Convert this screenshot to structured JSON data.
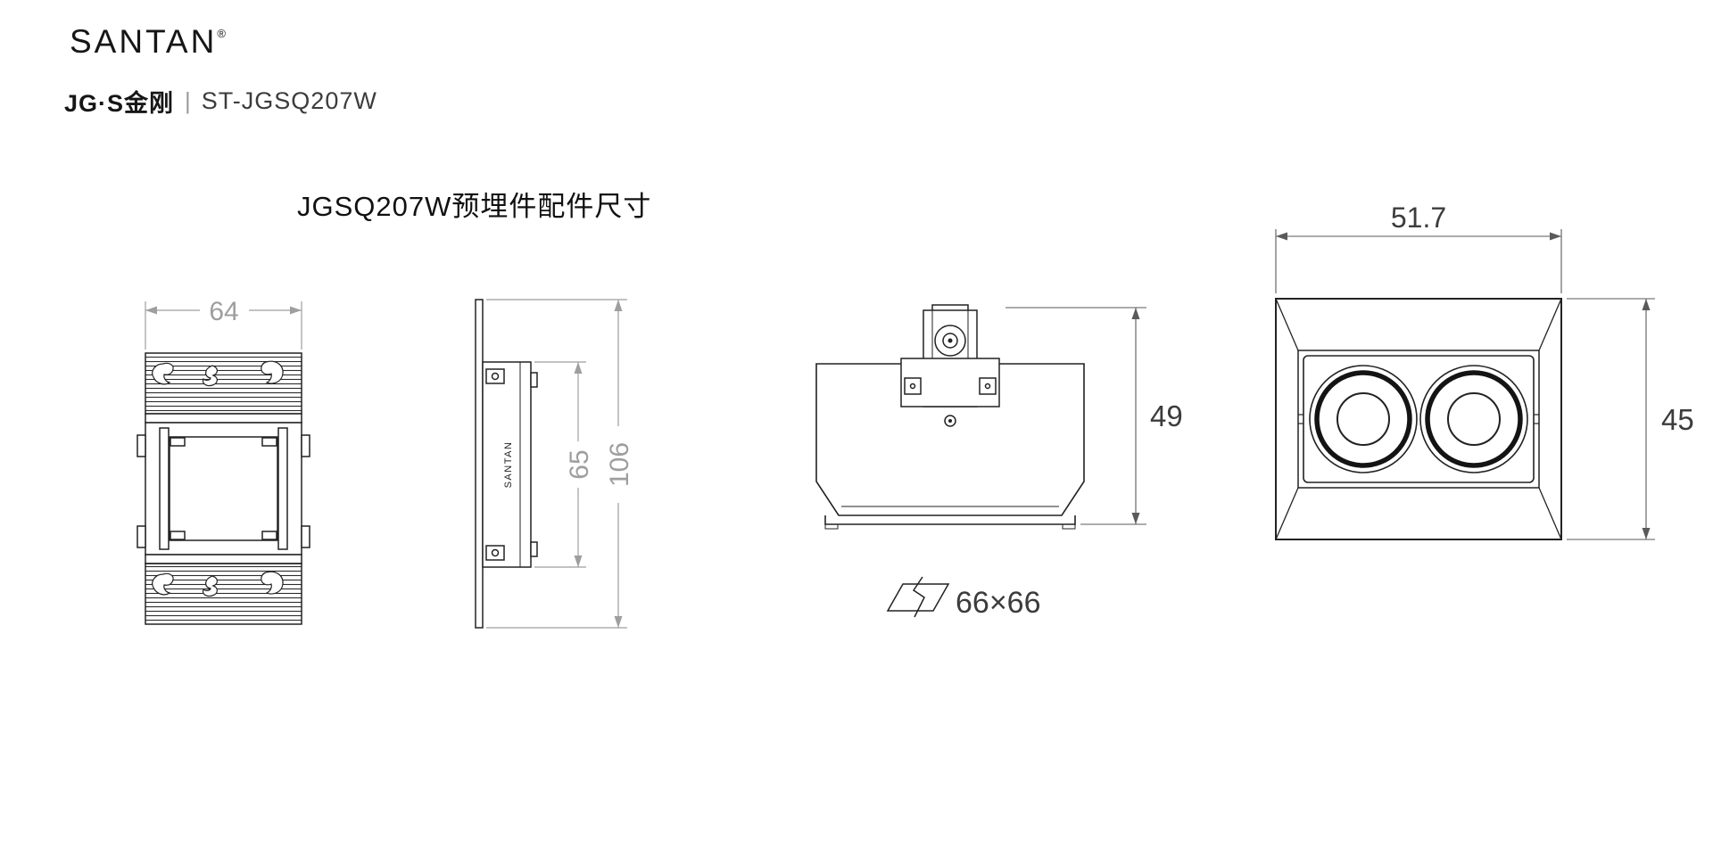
{
  "header": {
    "logo": "SANTAN",
    "registered": "®",
    "series": "JG·S金刚",
    "divider": "|",
    "model": "ST-JGSQ207W"
  },
  "title": "JGSQ207W预埋件配件尺寸",
  "drawings": {
    "frame_top_view": {
      "width_dim": "64"
    },
    "frame_side_view": {
      "inner_height_dim": "65",
      "outer_height_dim": "106",
      "body_label": "SANTAN"
    },
    "bracket_front_view": {
      "height_dim": "49",
      "cutout_dim": "66×66"
    },
    "fixture_front_view": {
      "width_dim": "51.7",
      "height_dim": "45"
    }
  },
  "colors": {
    "line": "#222222",
    "dim_gray": "#9e9e9e",
    "dim_dark": "#3c3c3c"
  }
}
